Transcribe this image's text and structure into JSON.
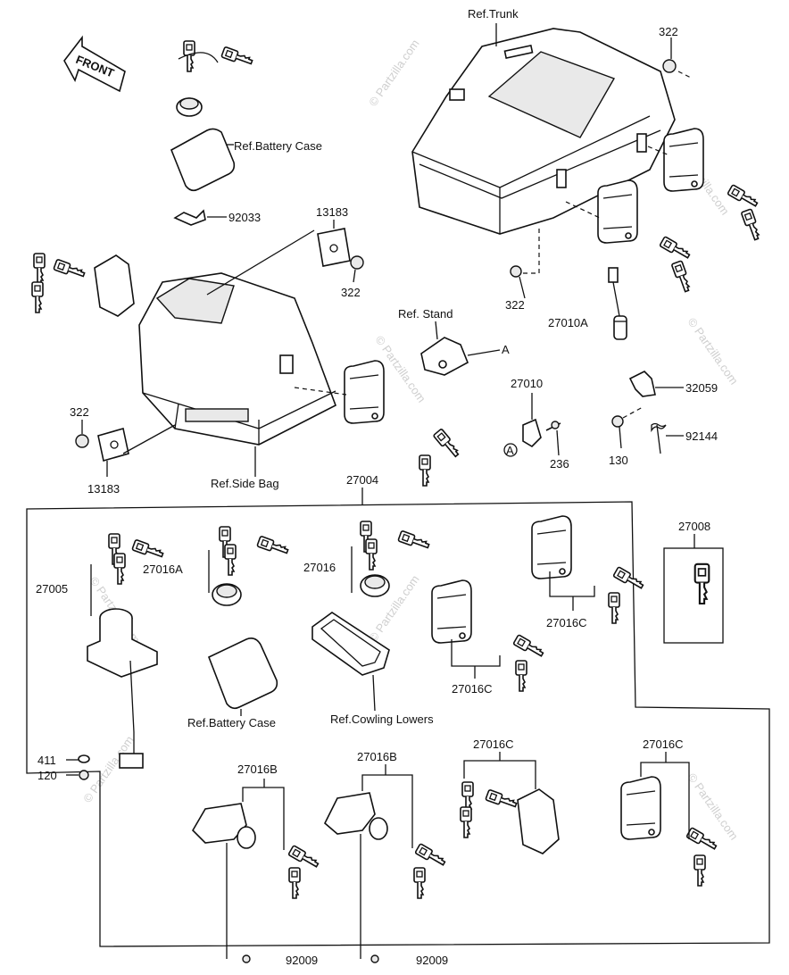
{
  "front_arrow": "FRONT",
  "watermark": "© Partzilla.com",
  "labels": {
    "ref_trunk": "Ref.Trunk",
    "p322_a": "322",
    "ref_battery_case_top": "Ref.Battery Case",
    "p92033": "92033",
    "p13183_a": "13183",
    "p322_b": "322",
    "p322_c": "322",
    "ref_stand": "Ref. Stand",
    "p27010a": "27010A",
    "p27010": "27010",
    "p32059": "32059",
    "p92144": "92144",
    "p236": "236",
    "p130": "130",
    "p322_d": "322",
    "p13183_b": "13183",
    "ref_side_bag": "Ref.Side Bag",
    "p27004": "27004",
    "p27008": "27008",
    "p27005": "27005",
    "p27016a": "27016A",
    "p27016": "27016",
    "p27016c_a": "27016C",
    "p27016c_b": "27016C",
    "ref_battery_case_bottom": "Ref.Battery Case",
    "ref_cowling_lowers": "Ref.Cowling Lowers",
    "p411": "411",
    "p120": "120",
    "p27016b_a": "27016B",
    "p27016b_b": "27016B",
    "p27016c_c": "27016C",
    "p27016c_d": "27016C",
    "p92009_a": "92009",
    "p92009_b": "92009",
    "marker_a1": "A",
    "marker_a2": "A"
  }
}
